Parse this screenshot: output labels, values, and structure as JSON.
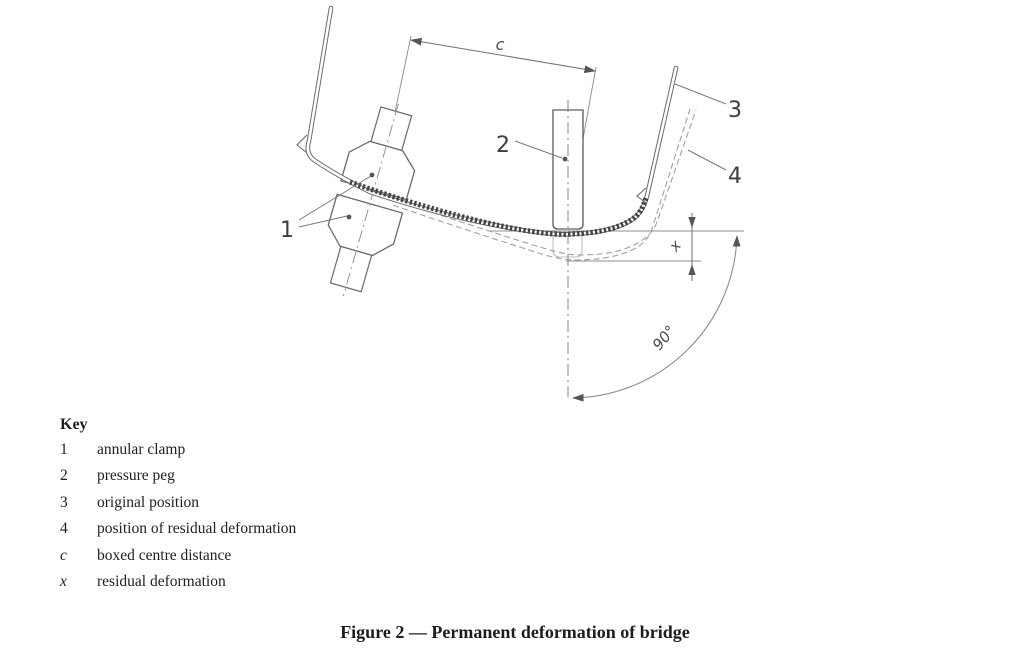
{
  "figure": {
    "caption": "Figure 2 — Permanent deformation of bridge"
  },
  "key": {
    "title": "Key",
    "items": [
      {
        "symbol": "1",
        "label": "annular clamp"
      },
      {
        "symbol": "2",
        "label": "pressure peg"
      },
      {
        "symbol": "3",
        "label": "original position"
      },
      {
        "symbol": "4",
        "label": "position of residual deformation"
      },
      {
        "symbol": "c",
        "label": "boxed centre distance"
      },
      {
        "symbol": "x",
        "label": "residual deformation"
      }
    ]
  },
  "diagram": {
    "labels": {
      "annular_clamp": "1",
      "pressure_peg": "2",
      "original_position": "3",
      "residual_position": "4",
      "centre_distance": "c",
      "residual_deformation": "x",
      "angle": "90°"
    },
    "colors": {
      "line": "#6a6a6a",
      "hatch": "#454545",
      "dashed": "#a3a3a3",
      "label_text": "#3d3d3d",
      "key_text": "#1f1f1f",
      "background": "#ffffff"
    }
  }
}
